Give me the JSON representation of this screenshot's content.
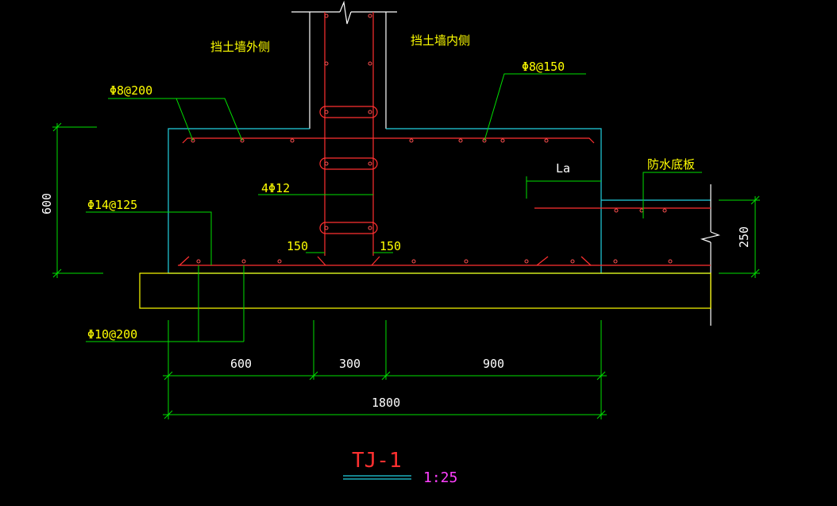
{
  "drawing": {
    "labels": {
      "outer_side": "挡土墙外侧",
      "inner_side": "挡土墙内侧",
      "waterproof_slab": "防水底板",
      "anchorage": "La"
    },
    "rebar": {
      "top_left": "Φ8@200",
      "top_right": "Φ8@150",
      "bottom_main": "Φ14@125",
      "bottom_dist": "Φ10@200",
      "wall_vertical": "4Φ12",
      "cover_left": "150",
      "cover_right": "150"
    },
    "dimensions": {
      "height_total": "600",
      "slab_thickness": "250",
      "left": "600",
      "wall": "300",
      "right": "900",
      "total": "1800"
    },
    "title": {
      "name": "TJ-1",
      "scale": "1:25"
    }
  }
}
